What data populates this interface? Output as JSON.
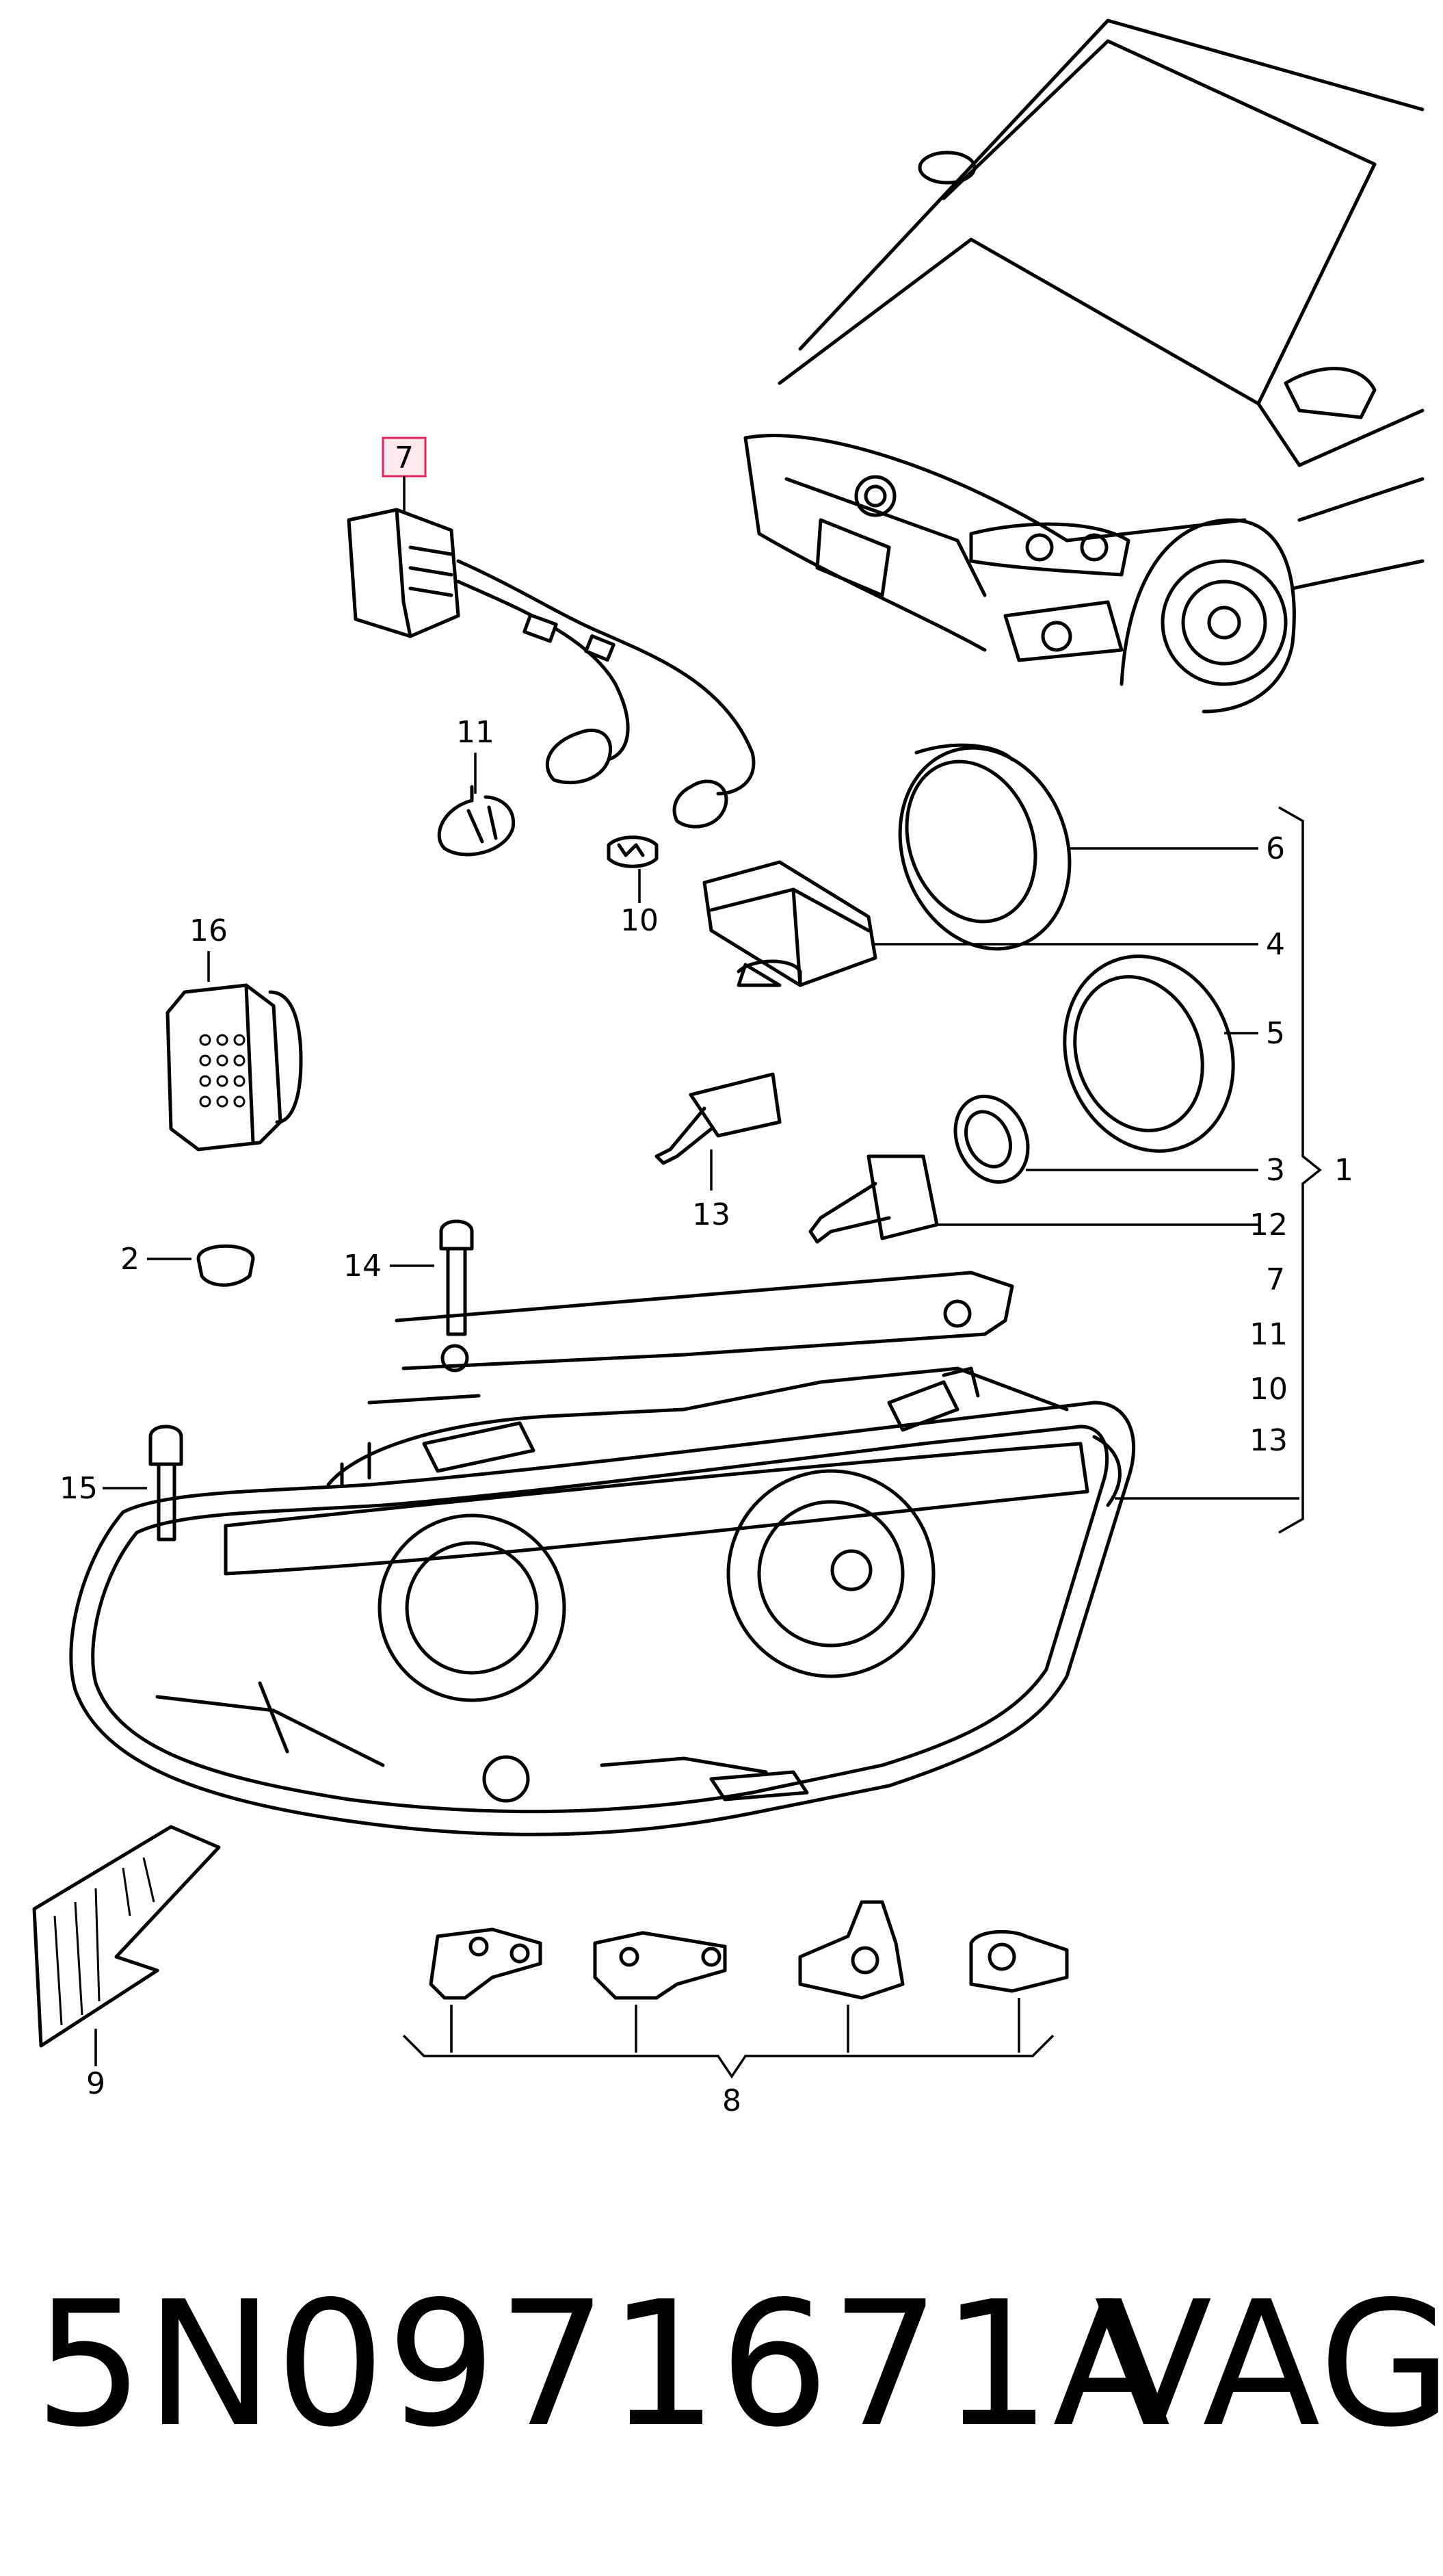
{
  "labels": {
    "l1": "1",
    "l2": "2",
    "l3": "3",
    "l4": "4",
    "l5": "5",
    "l6": "6",
    "l7": "7",
    "l8": "8",
    "l9": "9",
    "l10": "10",
    "l11": "11",
    "l12": "12",
    "l13": "13",
    "l14": "14",
    "l15": "15",
    "l16": "16",
    "b7": "7",
    "b11": "11",
    "b10": "10",
    "b13": "13"
  },
  "highlight_color": "#e0245e",
  "part_number": "5N0971671A",
  "brand": "VAG"
}
